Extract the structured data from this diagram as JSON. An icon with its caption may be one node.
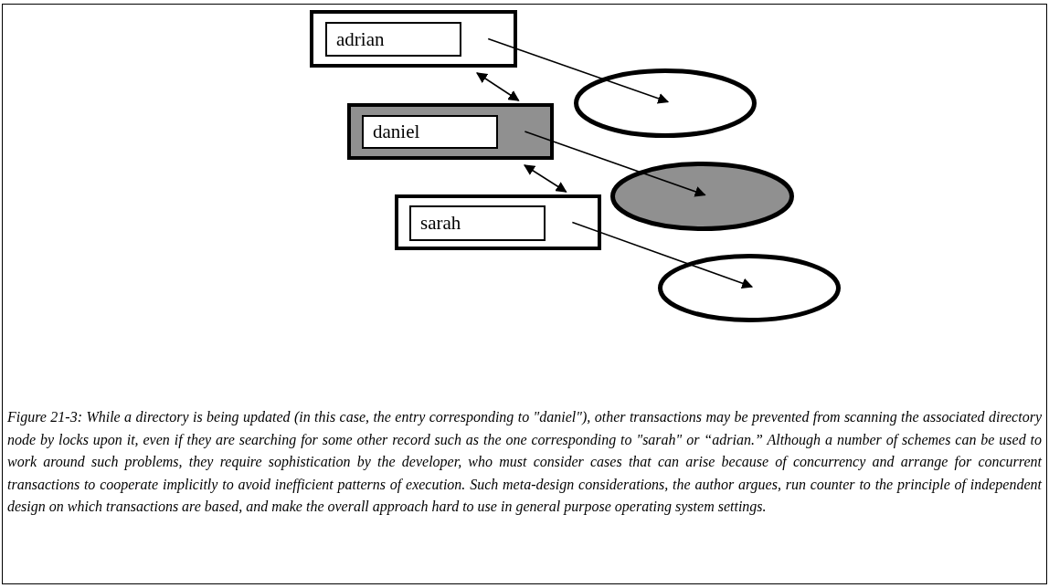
{
  "diagram": {
    "caption": "Figure 21-3: While a directory is being updated (in this case, the entry corresponding to \"daniel\"), other transactions may be prevented from scanning the associated directory node by locks upon it, even if they are searching for some other record such as the one corresponding to \"sarah\" or “adrian.” Although a number of schemes can be used to work around such problems, they require sophistication by the developer, who must consider cases that can arise because of concurrency and arrange for concurrent transactions to cooperate implicitly to avoid inefficient patterns of execution.  Such meta-design considerations, the author argues, run counter to the principle of independent design on which transactions are based, and make the overall approach hard to use in general purpose operating system settings.",
    "nodes": [
      {
        "text": [],
        "shape": "box"
      },
      {
        "text": [
          "adrian"
        ],
        "in": 0
      },
      {
        "text": [],
        "shape": "ellipse"
      },
      {
        "text": [],
        "shape": "box"
      },
      {
        "text": [
          "daniel"
        ],
        "in": 3
      },
      {
        "text": [],
        "shape": "ellipse"
      },
      {
        "text": [],
        "shape": "box"
      },
      {
        "text": [
          "sarah"
        ],
        "in": 6
      },
      {
        "text": [],
        "shape": "ellipse"
      }
    ],
    "edges": [
      {
        "from": 0,
        "to": 2,
        "arrow": "to"
      },
      {
        "from": 0,
        "to": 3,
        "arrow": "both"
      },
      {
        "from": 3,
        "to": 5,
        "arrow": "to"
      },
      {
        "from": 3,
        "to": 6,
        "arrow": "both"
      },
      {
        "from": 6,
        "to": 8,
        "arrow": "to"
      }
    ]
  }
}
